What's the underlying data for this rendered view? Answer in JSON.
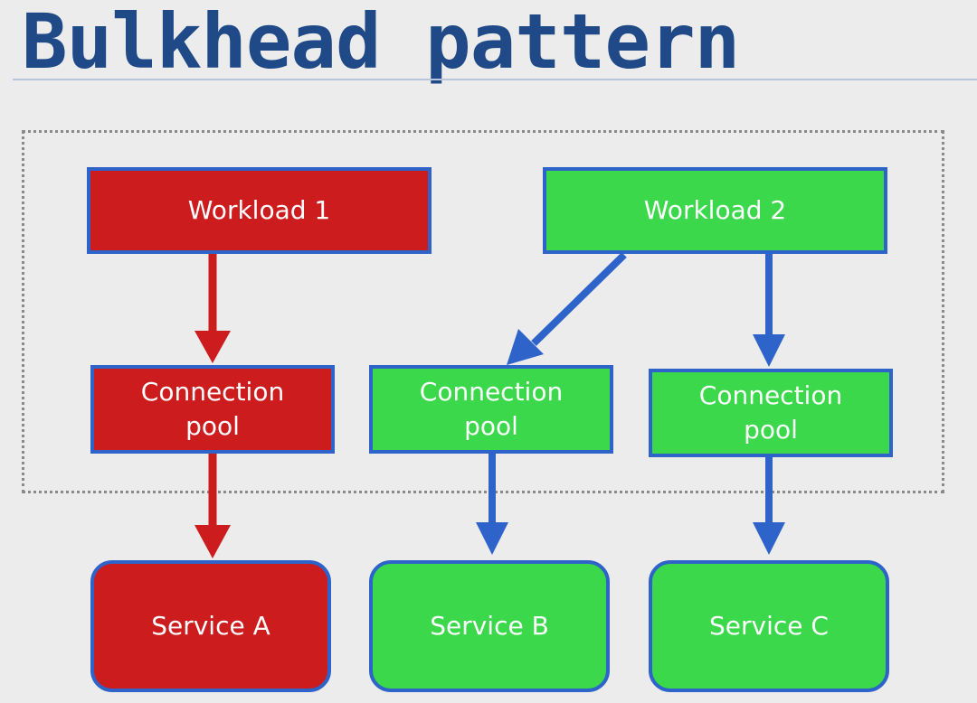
{
  "title": "Bulkhead pattern",
  "colors": {
    "title": "#1f4a87",
    "red": "#cc1c1e",
    "green": "#3ad84a",
    "border": "#2e63c9",
    "arrow_red": "#cc1c1e",
    "arrow_blue": "#2e63c9"
  },
  "workloads": [
    {
      "label": "Workload 1",
      "color": "red"
    },
    {
      "label": "Workload 2",
      "color": "green"
    }
  ],
  "pools": [
    {
      "label": "Connection\npool",
      "color": "red"
    },
    {
      "label": "Connection\npool",
      "color": "green"
    },
    {
      "label": "Connection\npool",
      "color": "green"
    }
  ],
  "services": [
    {
      "label": "Service A",
      "color": "red"
    },
    {
      "label": "Service B",
      "color": "green"
    },
    {
      "label": "Service C",
      "color": "green"
    }
  ]
}
